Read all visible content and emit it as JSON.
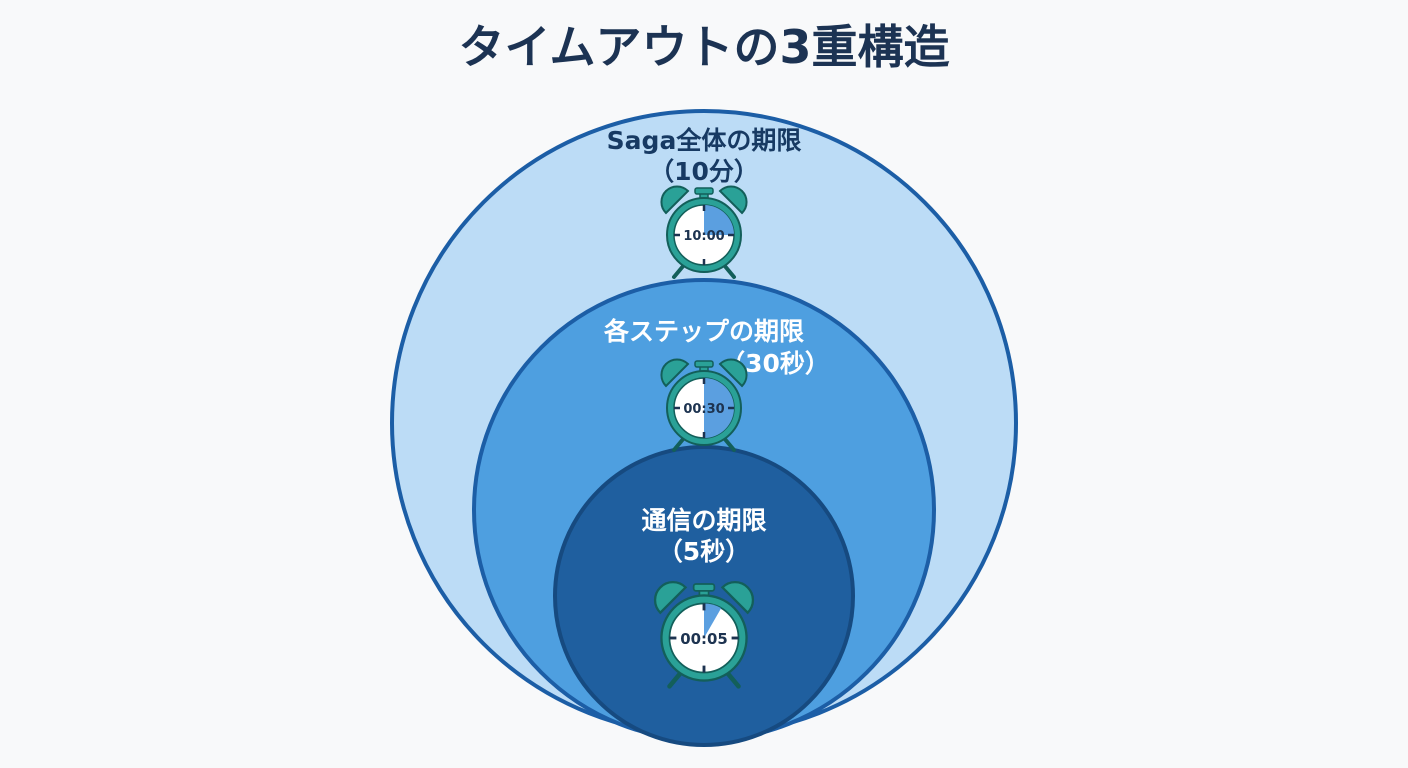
{
  "title": "タイムアウトの3重構造",
  "levels": [
    {
      "label_line1": "Saga全体の期限",
      "label_line2": "（10分）",
      "clock": {
        "time": "10:00",
        "fill_fraction": 0.25
      },
      "color": "#bcdcf6"
    },
    {
      "label_line1": "各ステップの期限",
      "label_line2": "（30秒）",
      "clock": {
        "time": "00:30",
        "fill_fraction": 0.5
      },
      "color": "#4e9fe0"
    },
    {
      "label_line1": "通信の期限",
      "label_line2": "（5秒）",
      "clock": {
        "time": "00:05",
        "fill_fraction": 0.083
      },
      "color": "#1f5f9f"
    }
  ],
  "colors": {
    "outline": "#1c5ea6",
    "clock": "#2aa197",
    "title": "#1c3353"
  }
}
